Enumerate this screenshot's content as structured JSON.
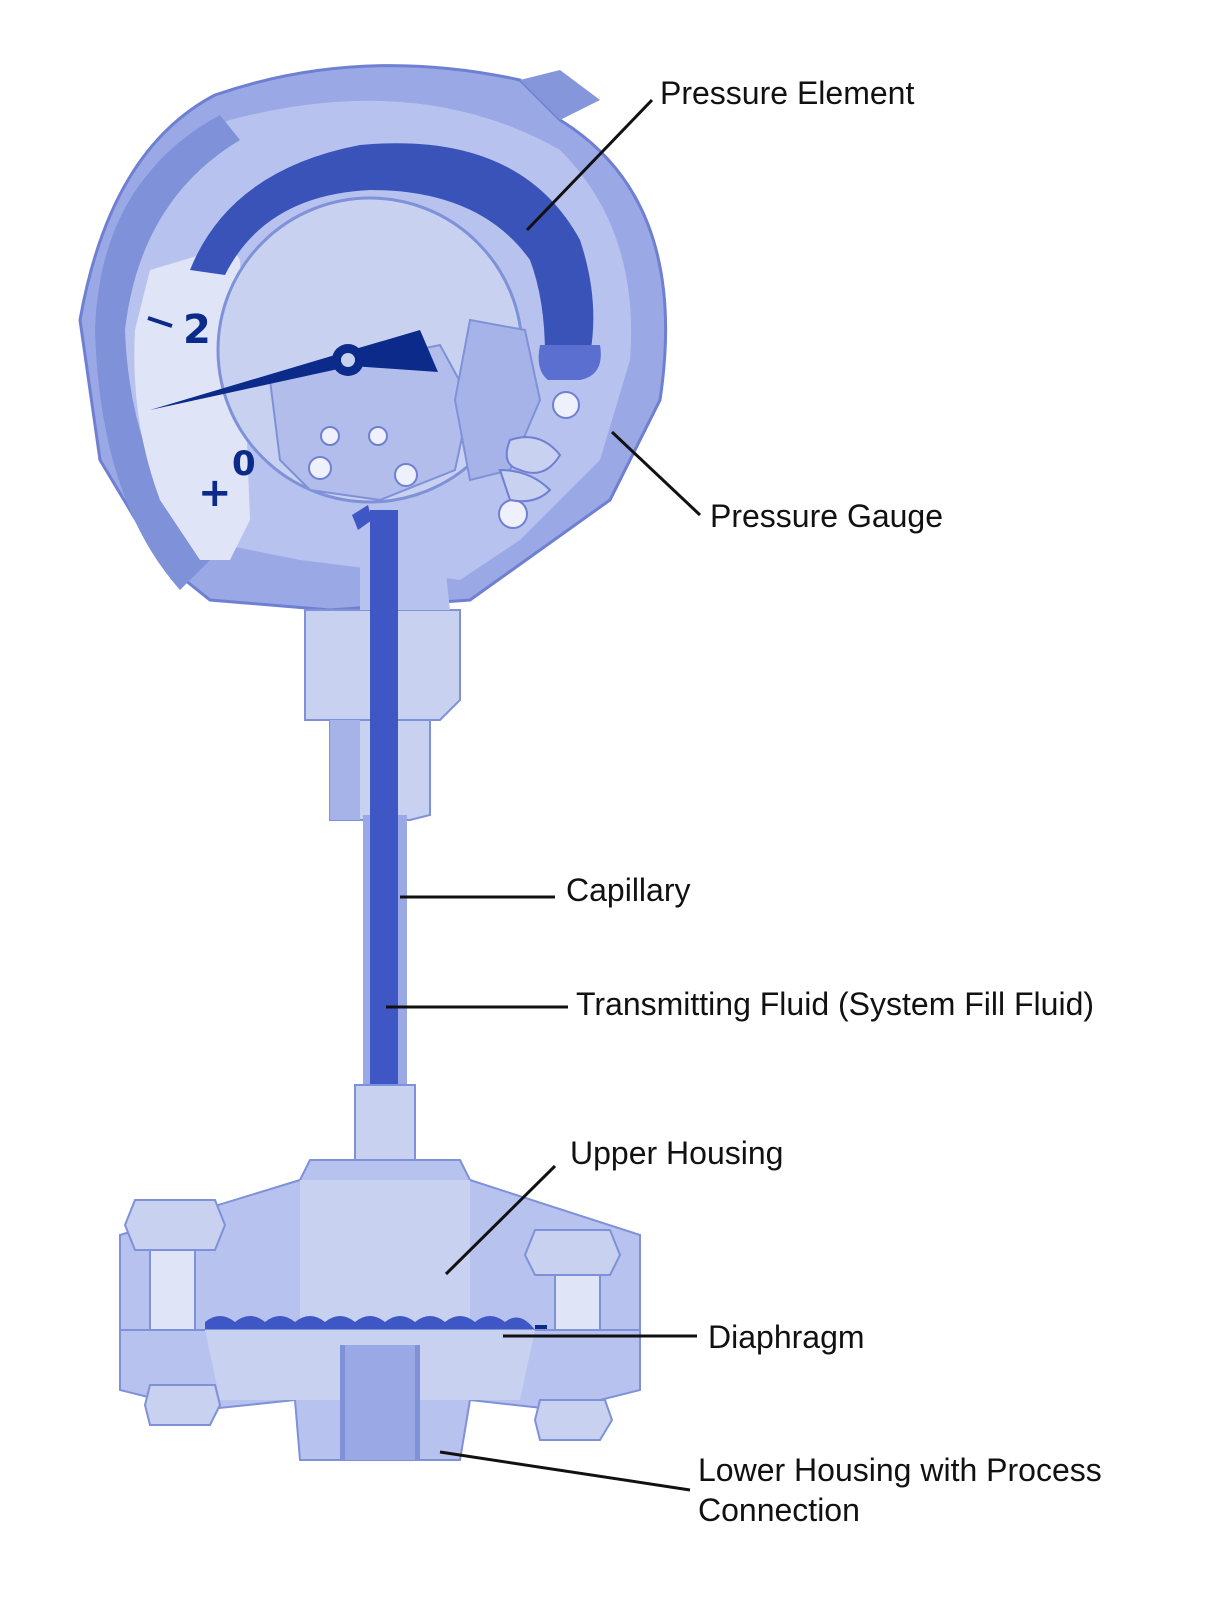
{
  "labels": {
    "pressure_element": "Pressure Element",
    "pressure_gauge": "Pressure Gauge",
    "capillary": "Capillary",
    "transmitting_fluid": "Transmitting Fluid (System Fill Fluid)",
    "upper_housing": "Upper Housing",
    "diaphragm": "Diaphragm",
    "lower_housing": "Lower Housing with Process Connection"
  },
  "dial": {
    "scale_marks": [
      "2",
      "0"
    ],
    "sign": "+"
  },
  "colors": {
    "body_light": "#c8d1f0",
    "body_mid": "#9aa8e6",
    "body_dark": "#7183d6",
    "fluid": "#3e57c4",
    "element": "#3a53b8",
    "needle": "#0b2a8a",
    "dial_face": "#dfe4f6",
    "leader": "#111111"
  }
}
